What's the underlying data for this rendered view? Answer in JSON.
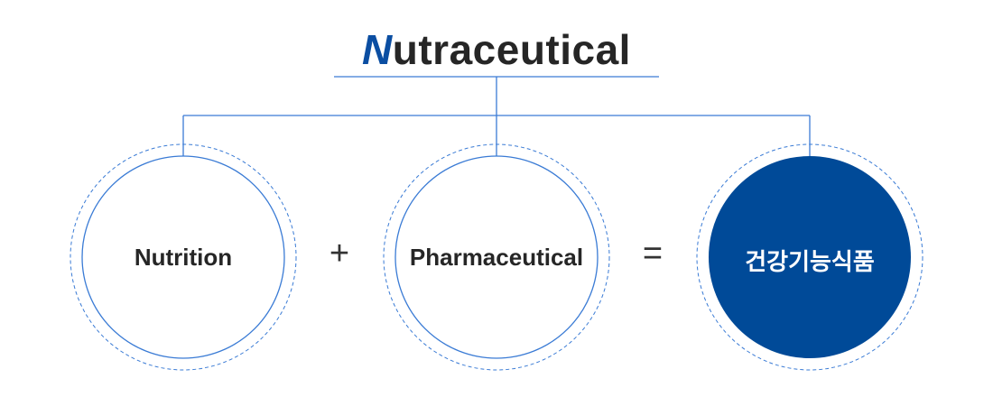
{
  "title": {
    "first_letter": "N",
    "rest": "utraceutical"
  },
  "circles": [
    {
      "label": "Nutrition"
    },
    {
      "label": "Pharmaceutical"
    },
    {
      "label": "건강기능식품"
    }
  ],
  "operators": {
    "plus": "+",
    "equals": "="
  },
  "colors": {
    "accent": "#004a98",
    "line": "#3a7bd5",
    "text": "#262626"
  }
}
